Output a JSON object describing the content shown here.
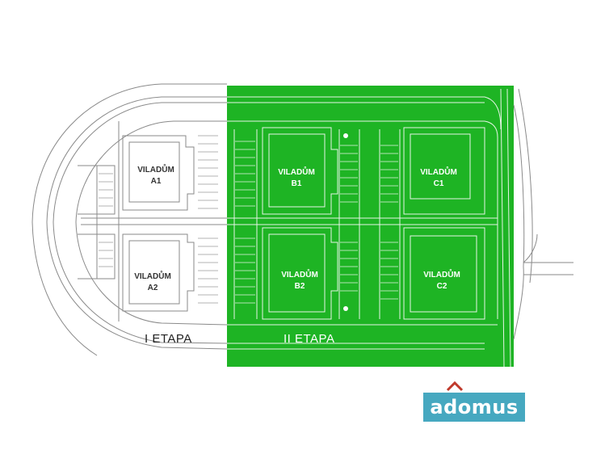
{
  "map": {
    "phase1": {
      "label": "I ETAPA",
      "color": "#ffffff"
    },
    "phase2": {
      "label": "II ETAPA",
      "color": "#1eb424"
    },
    "buildings": {
      "a1": {
        "name": "VILADŮM",
        "code": "A1"
      },
      "a2": {
        "name": "VILADŮM",
        "code": "A2"
      },
      "b1": {
        "name": "VILADŮM",
        "code": "B1"
      },
      "b2": {
        "name": "VILADŮM",
        "code": "B2"
      },
      "c1": {
        "name": "VILADŮM",
        "code": "C1"
      },
      "c2": {
        "name": "VILADŮM",
        "code": "C2"
      }
    },
    "line_color": "#8a8a8a",
    "line_color_on_green": "#e6f5e6"
  },
  "logo": {
    "text": "adomus",
    "background": "#46a8c0",
    "roof_color": "#c0392b",
    "icon": "house-roof-icon"
  }
}
